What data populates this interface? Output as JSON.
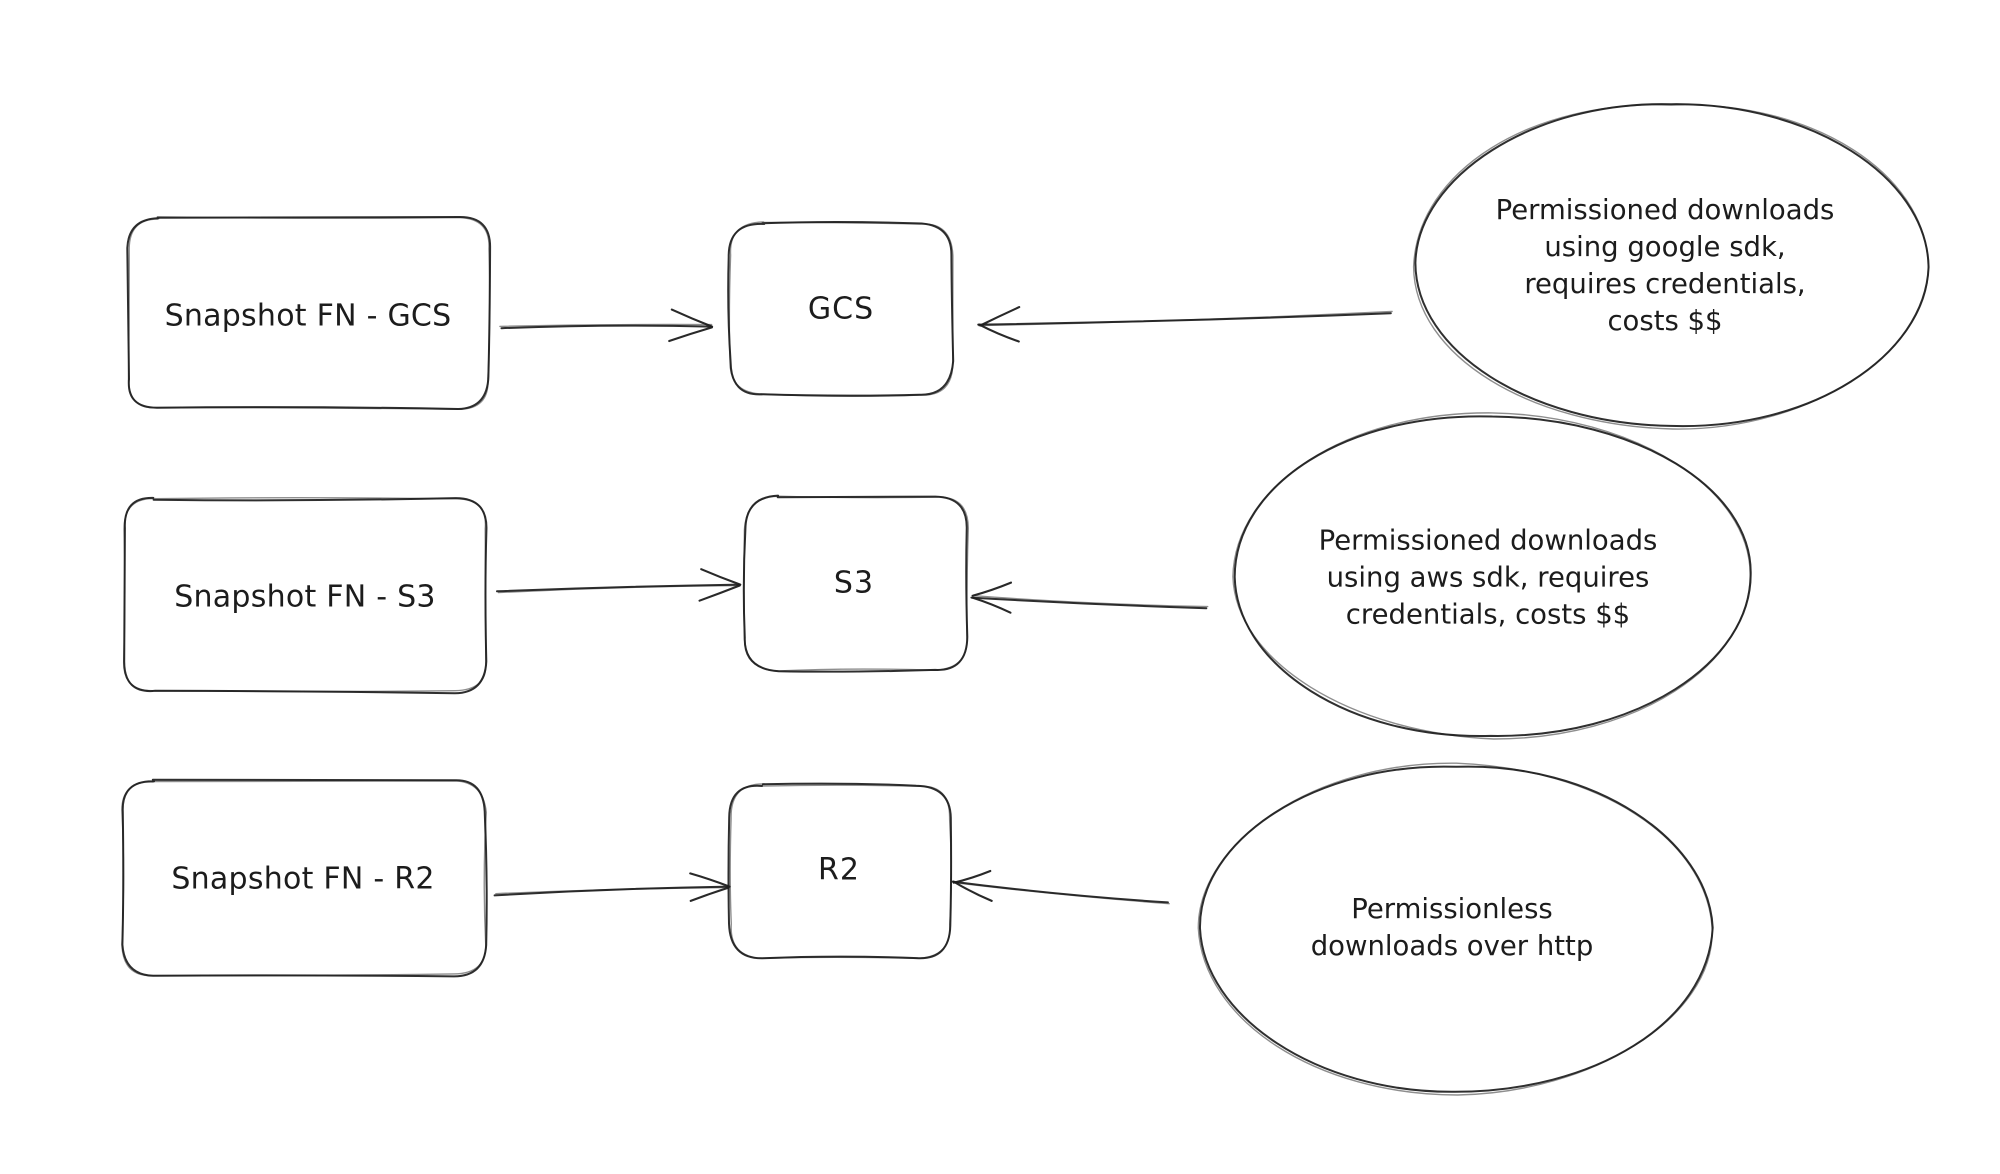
{
  "nodes": {
    "snapshot_gcs": {
      "label": "Snapshot FN - GCS"
    },
    "gcs": {
      "label": "GCS"
    },
    "snapshot_s3": {
      "label": "Snapshot FN - S3"
    },
    "s3": {
      "label": "S3"
    },
    "snapshot_r2": {
      "label": "Snapshot FN - R2"
    },
    "r2": {
      "label": "R2"
    }
  },
  "annotations": {
    "gcs_note": {
      "text": "Permissioned downloads\nusing google sdk,\nrequires credentials,\ncosts $$"
    },
    "s3_note": {
      "text": "Permissioned downloads\nusing aws sdk, requires\ncredentials, costs $$"
    },
    "r2_note": {
      "text": "Permissionless\ndownloads over http"
    }
  },
  "style": {
    "stroke_color": "#1d1d1d",
    "background_color": "#ffffff"
  }
}
